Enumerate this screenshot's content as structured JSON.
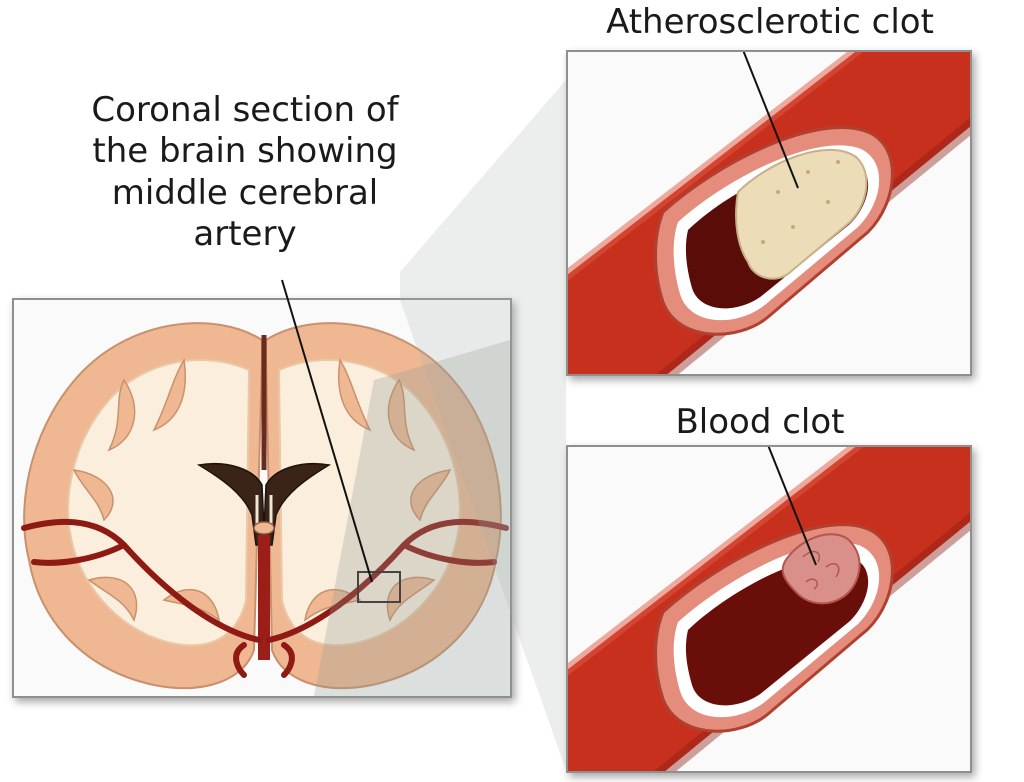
{
  "labels": {
    "main_caption": [
      "Coronal section of",
      "the brain showing",
      "middle cerebral",
      "artery"
    ],
    "atherosclerotic_clot": "Atherosclerotic clot",
    "blood_clot": "Blood clot"
  },
  "colors": {
    "artery_red": "#c8301e",
    "artery_dark": "#7a0f0a",
    "brain_cortex": "#efb893",
    "brain_white_matter": "#fbeedd",
    "plaque": "#ecdcb8",
    "thrombus": "#d9908a"
  }
}
